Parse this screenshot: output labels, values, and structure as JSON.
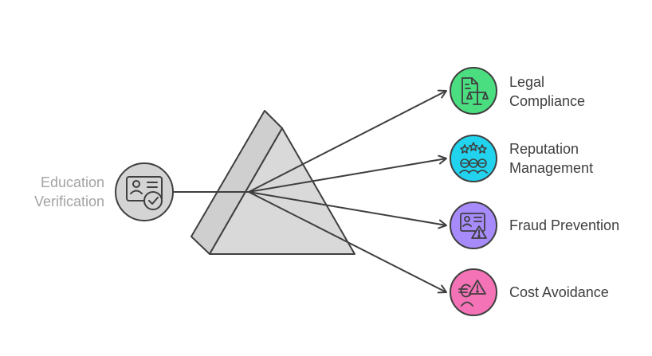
{
  "source": {
    "label": "Education\nVerification",
    "icon": "id-card-check-icon",
    "color": "#d4d4d4"
  },
  "prism": {
    "face_color": "#d9d9d9",
    "stroke": "#3f3f3f"
  },
  "outputs": [
    {
      "label": "Legal\nCompliance",
      "icon": "document-scales-icon",
      "color": "#4ade80"
    },
    {
      "label": "Reputation\nManagement",
      "icon": "stars-people-icon",
      "color": "#22d3ee"
    },
    {
      "label": "Fraud Prevention",
      "icon": "id-card-warning-icon",
      "color": "#a78bfa"
    },
    {
      "label": "Cost Avoidance",
      "icon": "euro-person-warning-icon",
      "color": "#f472b6"
    }
  ]
}
